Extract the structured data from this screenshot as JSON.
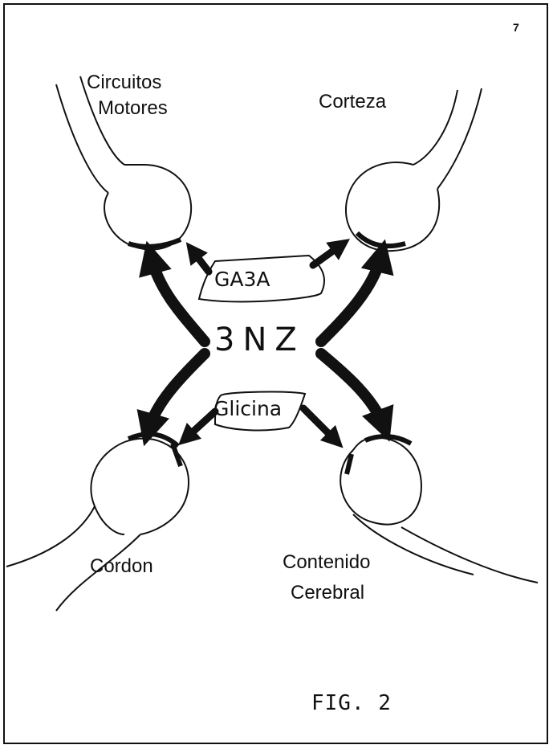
{
  "page_number": "7",
  "labels": {
    "circuitos": "Circuitos",
    "motores": "Motores",
    "corteza": "Corteza",
    "cordon": "Cordon",
    "contenido": "Contenido",
    "cerebral": "Cerebral"
  },
  "center_label": "3NZ",
  "neurotransmitters": {
    "top": "GA3A",
    "bottom": "Glicina"
  },
  "figure_caption": "FIG. 2",
  "colors": {
    "ink": "#111111",
    "background": "#ffffff"
  }
}
